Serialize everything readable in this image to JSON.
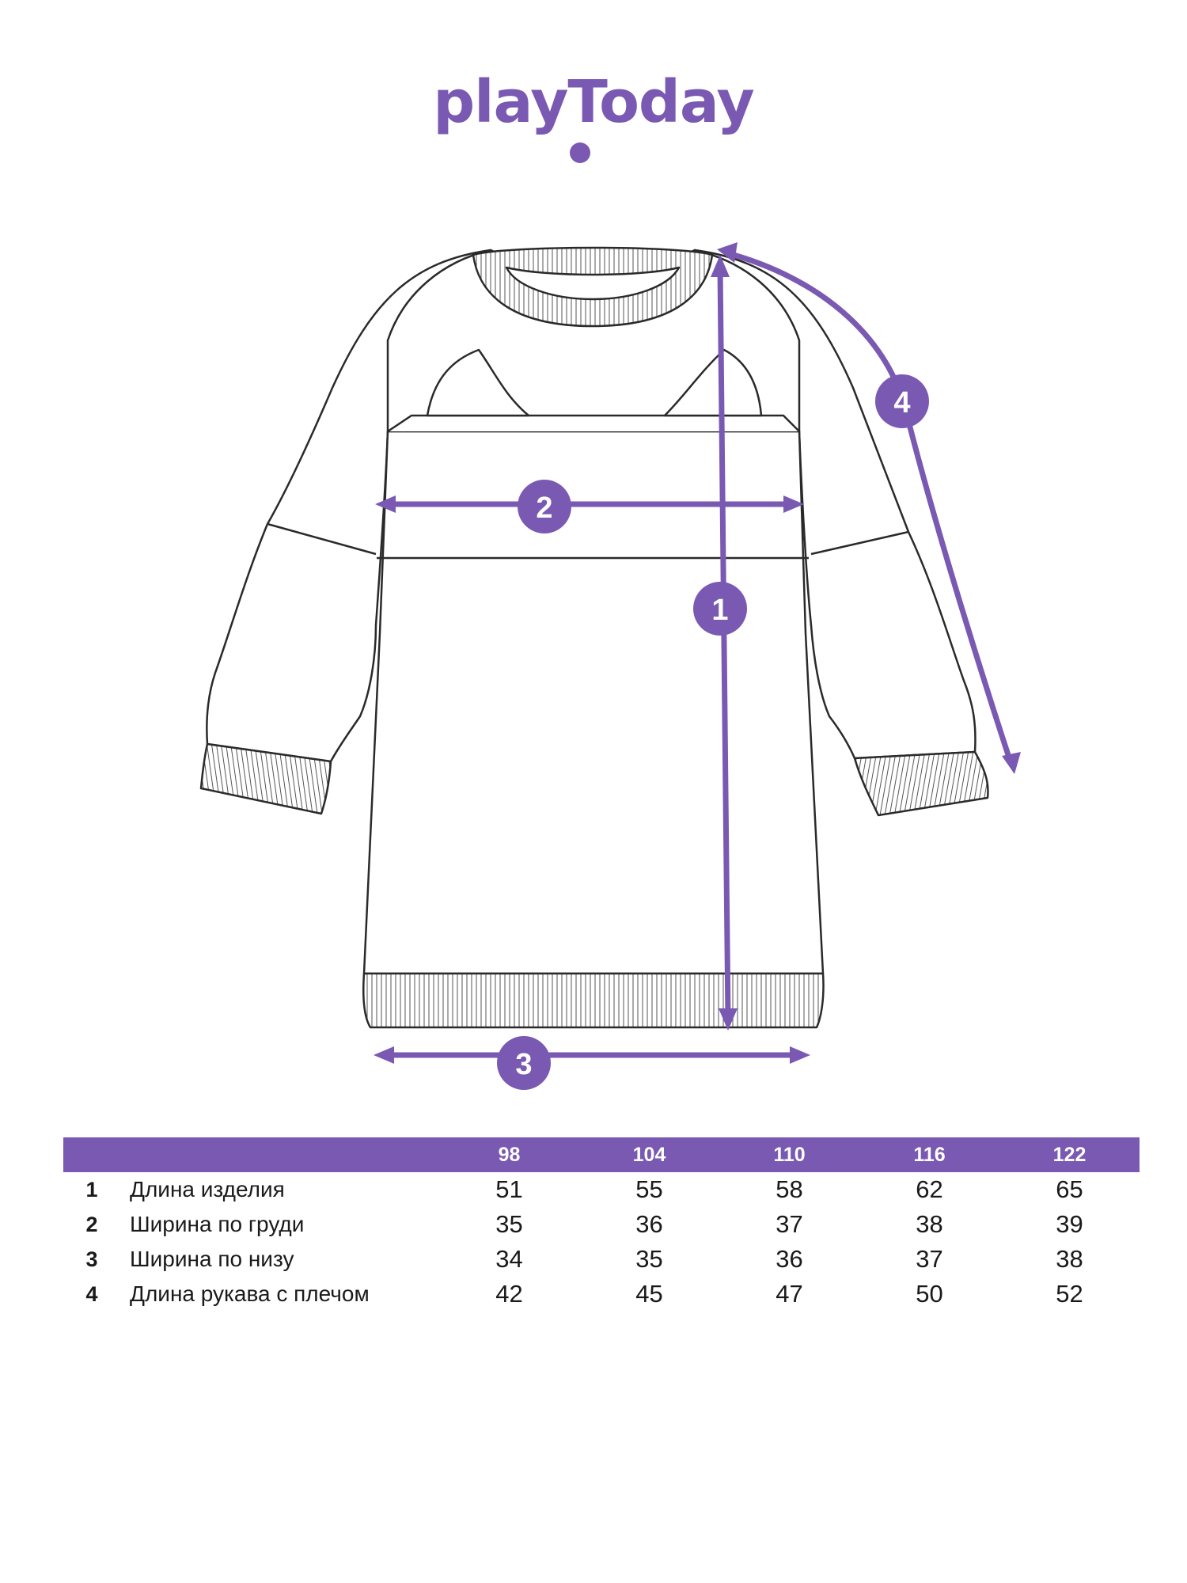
{
  "brand": {
    "logo_text": "playToday",
    "accent_color": "#7a59b3"
  },
  "diagram": {
    "garment": "sweatshirt-dress-icon",
    "badges": [
      "1",
      "2",
      "3",
      "4"
    ]
  },
  "table": {
    "sizes": [
      "98",
      "104",
      "110",
      "116",
      "122"
    ],
    "rows": [
      {
        "num": "1",
        "label": "Длина изделия",
        "values": [
          "51",
          "55",
          "58",
          "62",
          "65"
        ]
      },
      {
        "num": "2",
        "label": "Ширина по груди",
        "values": [
          "35",
          "36",
          "37",
          "38",
          "39"
        ]
      },
      {
        "num": "3",
        "label": "Ширина по низу",
        "values": [
          "34",
          "35",
          "36",
          "37",
          "38"
        ]
      },
      {
        "num": "4",
        "label": "Длина рукава с плечом",
        "values": [
          "42",
          "45",
          "47",
          "50",
          "52"
        ]
      }
    ]
  }
}
